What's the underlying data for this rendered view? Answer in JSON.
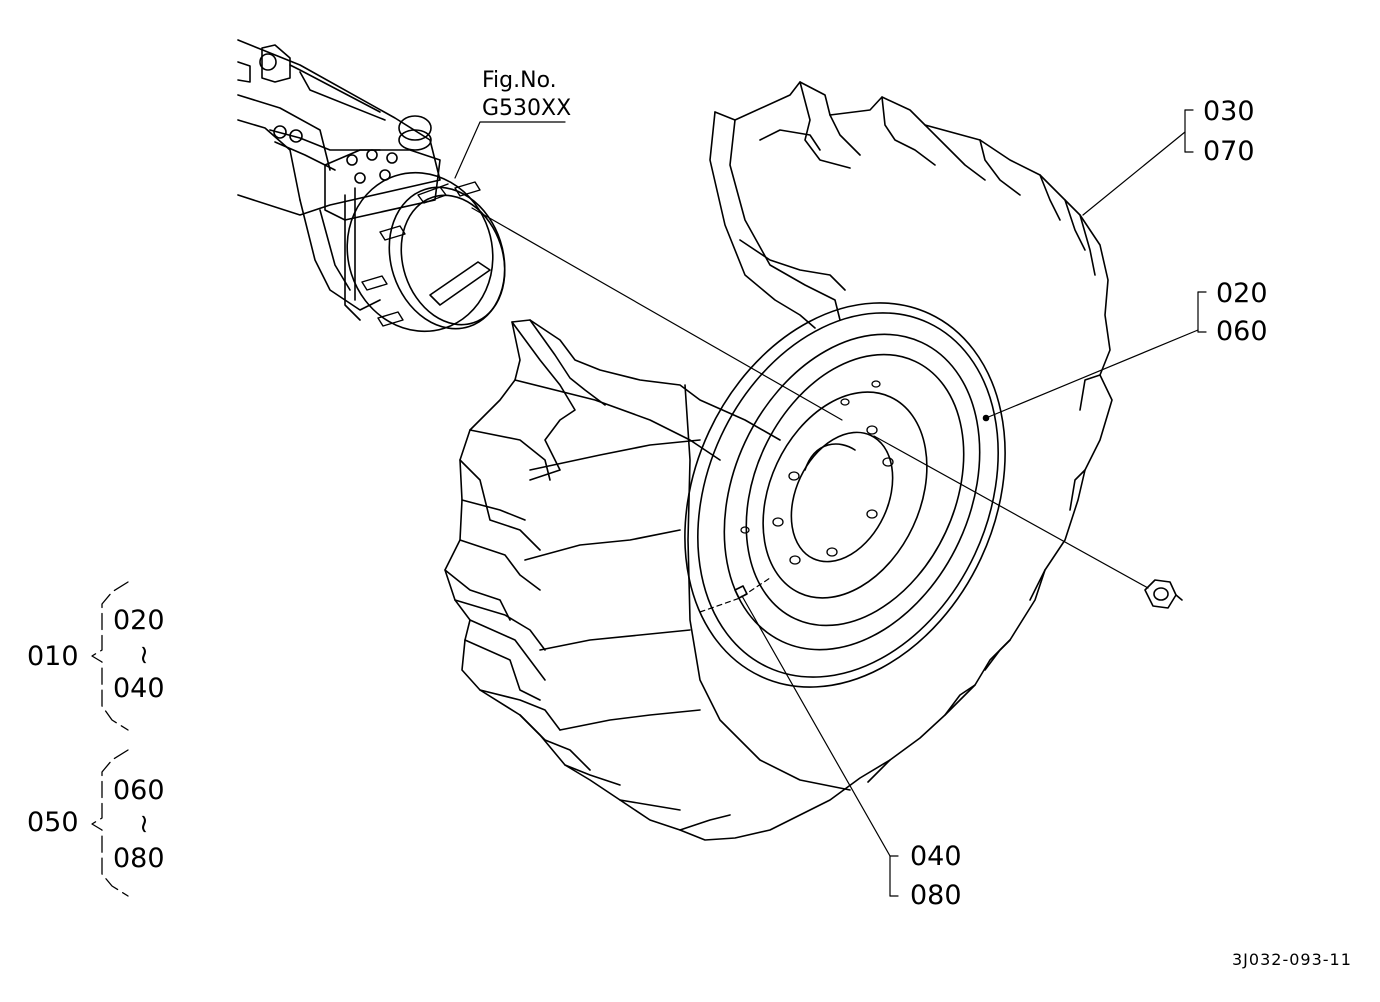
{
  "figure_ref": {
    "line1": "Fig.No.",
    "line2": "G530XX"
  },
  "callouts": {
    "c030": "030",
    "c070": "070",
    "c020": "020",
    "c060": "060",
    "c040": "040",
    "c080": "080"
  },
  "groups": [
    {
      "parent": "010",
      "from": "020",
      "sep": "~",
      "to": "040"
    },
    {
      "parent": "050",
      "from": "060",
      "sep": "~",
      "to": "080"
    }
  ],
  "drawing_number": "3J032-093-11",
  "colors": {
    "line": "#000000",
    "background": "#ffffff"
  }
}
